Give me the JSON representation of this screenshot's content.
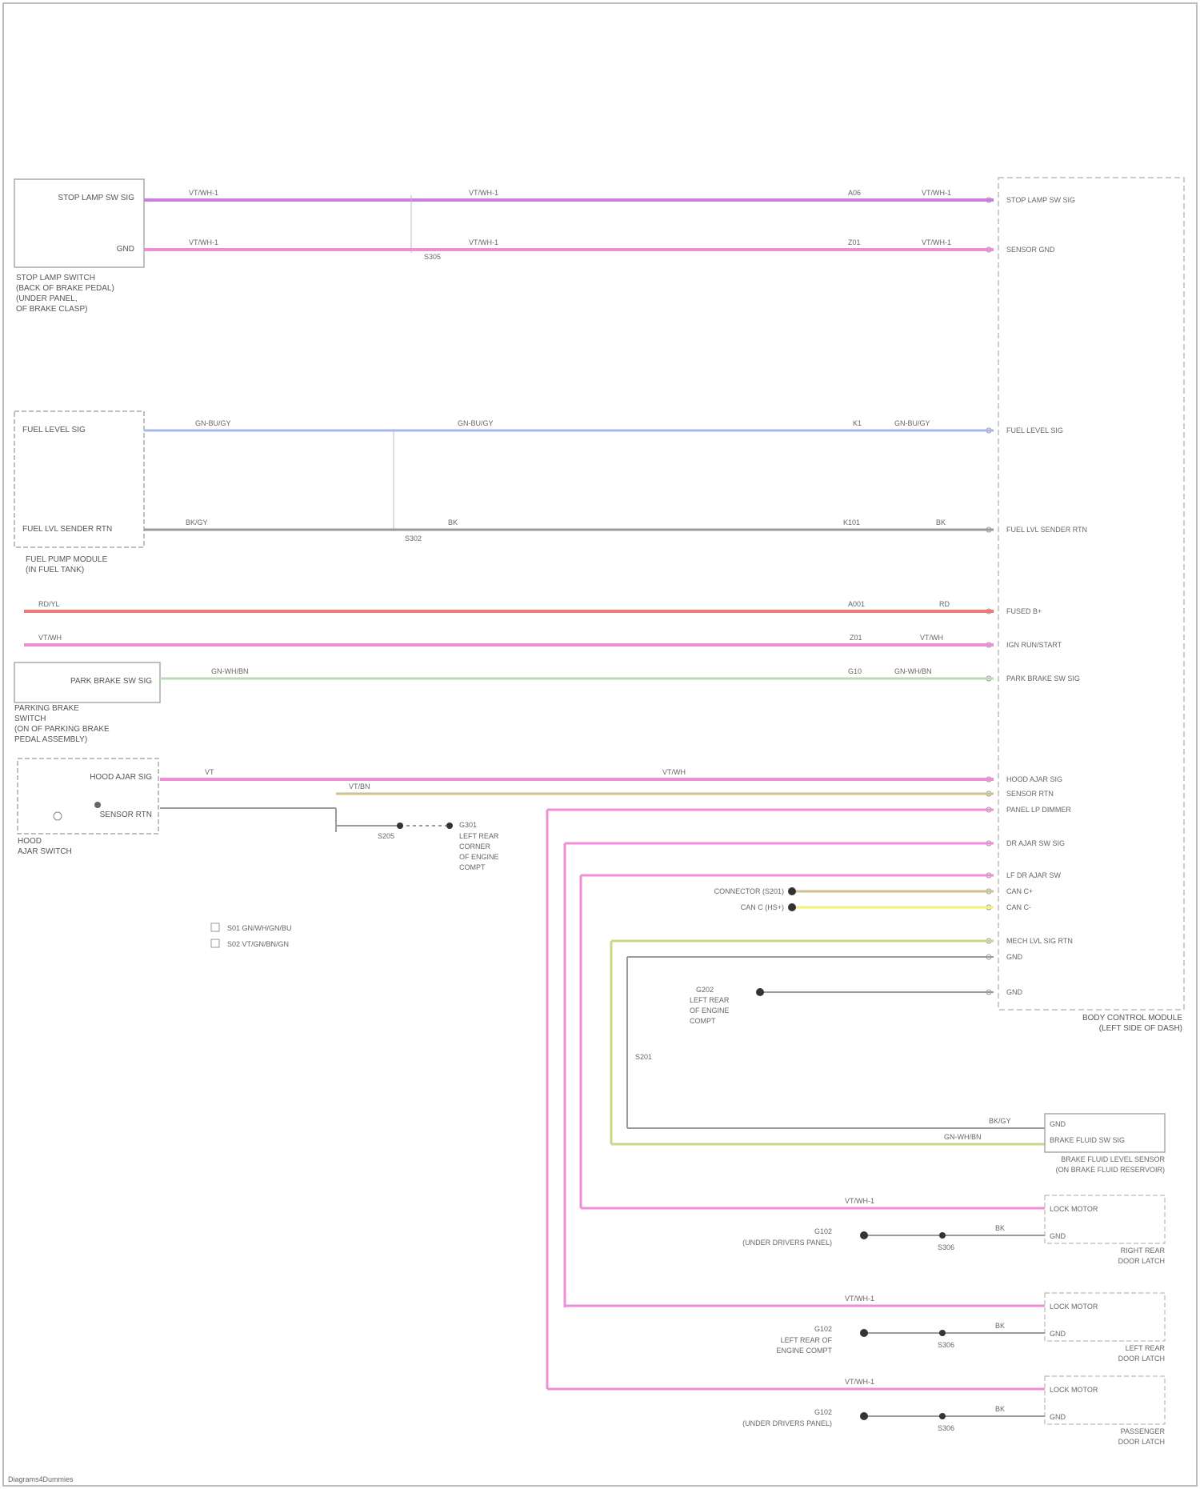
{
  "left_components": {
    "stop_lamp_switch": {
      "pins": [
        "STOP LAMP SW SIG",
        "GND"
      ],
      "caption": [
        "STOP LAMP SWITCH",
        "(BACK OF BRAKE PEDAL)",
        "(UNDER PANEL,",
        "OF BRAKE CLASP)"
      ]
    },
    "fuel_pump_module": {
      "pins": [
        "FUEL LEVEL SIG",
        "FUEL LVL SENDER RTN"
      ],
      "caption": [
        "FUEL PUMP MODULE",
        "(IN FUEL TANK)"
      ]
    },
    "parking_brake_switch": {
      "pins": [
        "PARK BRAKE SW SIG"
      ],
      "caption": [
        "PARKING BRAKE",
        "SWITCH",
        "(ON OF PARKING BRAKE",
        "PEDAL ASSEMBLY)"
      ]
    },
    "hood_ajar": {
      "pins": [
        "HOOD AJAR SIG",
        "SENSOR RTN"
      ],
      "caption": [
        "HOOD",
        "AJAR SWITCH"
      ]
    }
  },
  "wires": {
    "stop_sig": {
      "label_a": "VT/WH-1",
      "label_b": "VT/WH-1",
      "label_c": "VT/WH-1",
      "code": "A06"
    },
    "stop_gnd": {
      "label_a": "VT/WH-1",
      "label_b": "VT/WH-1",
      "label_c": "VT/WH-1",
      "code": "Z01",
      "splice": "S305"
    },
    "fuel_sig": {
      "label_a": "GN-BU/GY",
      "label_b": "GN-BU/GY",
      "label_c": "GN-BU/GY",
      "code": "K1"
    },
    "fuel_rtn": {
      "label_a": "BK/GY",
      "label_b": "BK",
      "label_c": "BK",
      "code": "K101",
      "splice": "S302"
    },
    "red": {
      "label_a": "RD/YL",
      "label_b": "RD",
      "code": "A001"
    },
    "pink": {
      "label_a": "VT/WH",
      "label_b": "VT/WH",
      "code": "Z01"
    },
    "green": {
      "label_a": "GN-WH/BN",
      "label_b": "GN-WH/BN",
      "code": "G10"
    },
    "hood1": {
      "label": "VT"
    },
    "hood2": {
      "label": "VT/BN"
    },
    "hood3": {
      "label": "VT/WH"
    }
  },
  "bcm": {
    "pins": [
      "STOP LAMP SW SIG",
      "SENSOR GND",
      "FUEL LEVEL SIG",
      "FUEL LVL SENDER RTN",
      "FUSED B+",
      "IGN RUN/START",
      "PARK BRAKE SW SIG",
      "HOOD AJAR SIG",
      "SENSOR RTN",
      "PANEL LP DIMMER",
      "DR AJAR SW SIG",
      "LF DR AJAR SW",
      "CAN C+",
      "CAN C-",
      "MECH LVL SIG RTN",
      "GND",
      "GND"
    ],
    "caption": [
      "BODY CONTROL MODULE",
      "(LEFT SIDE OF DASH)"
    ]
  },
  "splices": {
    "hood": "S205",
    "g301": "G301",
    "g301_caption": [
      "LEFT REAR",
      "CORNER",
      "OF ENGINE",
      "COMPT"
    ],
    "g202": "G202",
    "g202_caption": [
      "LEFT REAR",
      "OF ENGINE",
      "COMPT"
    ],
    "s201": "S201"
  },
  "can": {
    "connector_a": "CONNECTOR (S201)",
    "connector_b": "CAN C (HS+)"
  },
  "legend": [
    "S01  GN/WH/GN/BU",
    "S02  VT/GN/BN/GN"
  ],
  "brake_fluid": {
    "pins": [
      "GND",
      "BRAKE FLUID SW SIG"
    ],
    "caption": [
      "BRAKE FLUID LEVEL SENSOR",
      "(ON BRAKE FLUID RESERVOIR)"
    ],
    "wire_a": "BK/GY",
    "wire_b": "GN-WH/BN"
  },
  "door_modules": [
    {
      "pins": [
        "LOCK MOTOR",
        "GND"
      ],
      "caption": [
        "RIGHT REAR",
        "DOOR LATCH"
      ],
      "ground": "G102",
      "ground_caption": "(UNDER DRIVERS PANEL)",
      "wire_top": "VT/WH-1",
      "wire_bot": "BK",
      "splice": "S306"
    },
    {
      "pins": [
        "LOCK MOTOR",
        "GND"
      ],
      "caption": [
        "LEFT REAR",
        "DOOR LATCH"
      ],
      "ground": "G102",
      "ground_caption": [
        "LEFT REAR OF",
        "ENGINE COMPT"
      ],
      "wire_top": "VT/WH-1",
      "wire_bot": "BK",
      "splice": "S306"
    },
    {
      "pins": [
        "LOCK MOTOR",
        "GND"
      ],
      "caption": [
        "PASSENGER",
        "DOOR LATCH"
      ],
      "ground": "G102",
      "ground_caption": "(UNDER DRIVERS PANEL)",
      "wire_top": "VT/WH-1",
      "wire_bot": "BK",
      "splice": "S306"
    }
  ],
  "footer": "Diagrams4Dummies",
  "colors": {
    "violet": "#c97fe0",
    "pink": "#ee8fd6",
    "blue": "#a9b7e8",
    "gray": "#9a9a9a",
    "red": "#f07a7a",
    "green": "#b8dcb5",
    "yellow": "#f2f27a",
    "olive": "#c6d98b",
    "tan": "#cfc18e"
  }
}
